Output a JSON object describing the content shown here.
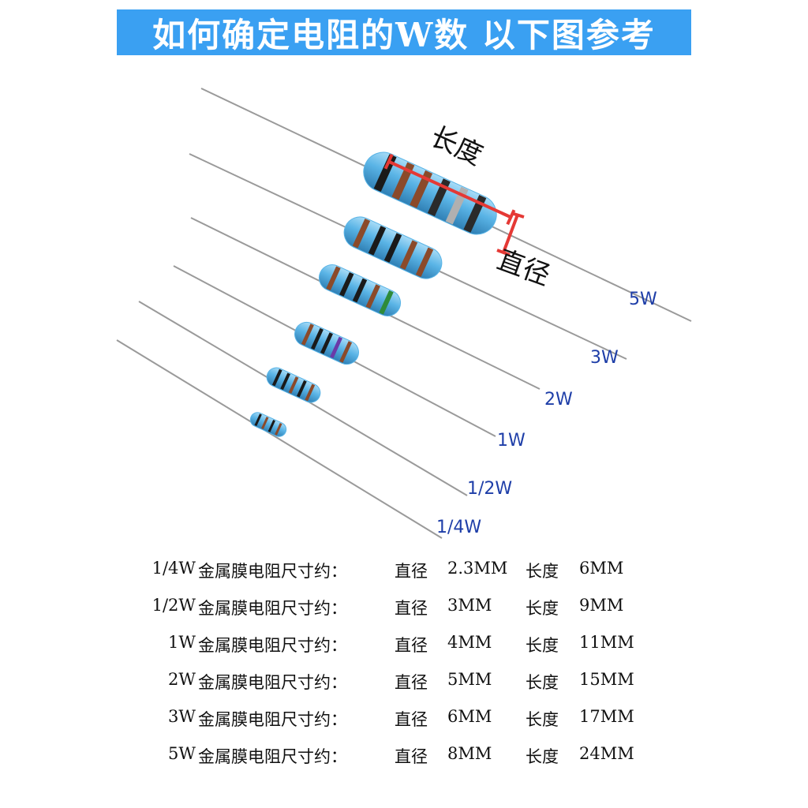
{
  "title": "如何确定电阻的W数 以下图参考",
  "figure": {
    "length_label": "长度",
    "diameter_label": "直径",
    "resistors": [
      {
        "watt": "5W",
        "bands": [
          "#1a1a1a",
          "#8b4a2a",
          "#8b4a2a",
          "#2a2a2a",
          "#b0b0b0",
          "#2a2a2a"
        ]
      },
      {
        "watt": "3W",
        "bands": [
          "#8b4a2a",
          "#1a1a1a",
          "#1a1a1a",
          "#8b4a2a",
          "#8b4a2a"
        ]
      },
      {
        "watt": "2W",
        "bands": [
          "#8b4a2a",
          "#1a1a1a",
          "#1a1a1a",
          "#8b4a2a",
          "#2e8b3a"
        ]
      },
      {
        "watt": "1W",
        "bands": [
          "#8b4a2a",
          "#1a1a1a",
          "#1a1a1a",
          "#6a3aa8",
          "#8b4a2a"
        ]
      },
      {
        "watt": "1/2W",
        "bands": [
          "#1a1a1a",
          "#1a1a1a",
          "#8b4a2a",
          "#1a1a1a",
          "#8b4a2a"
        ]
      },
      {
        "watt": "1/4W",
        "bands": [
          "#1a1a1a",
          "#8b4a2a",
          "#1a1a1a",
          "#8b4a2a"
        ]
      }
    ]
  },
  "specs": {
    "rows": [
      {
        "power": "1/4W",
        "material": "金属膜电阻尺寸约：",
        "diameter_label": "直径",
        "diameter": "2.3MM",
        "length_label": "长度",
        "length": "6MM"
      },
      {
        "power": "1/2W",
        "material": "金属膜电阻尺寸约：",
        "diameter_label": "直径",
        "diameter": "3MM",
        "length_label": "长度",
        "length": "9MM"
      },
      {
        "power": "1W",
        "material": "金属膜电阻尺寸约：",
        "diameter_label": "直径",
        "diameter": "4MM",
        "length_label": "长度",
        "length": "11MM"
      },
      {
        "power": "2W",
        "material": "金属膜电阻尺寸约：",
        "diameter_label": "直径",
        "diameter": "5MM",
        "length_label": "长度",
        "length": "15MM"
      },
      {
        "power": "3W",
        "material": "金属膜电阻尺寸约：",
        "diameter_label": "直径",
        "diameter": "6MM",
        "length_label": "长度",
        "length": "17MM"
      },
      {
        "power": "5W",
        "material": "金属膜电阻尺寸约：",
        "diameter_label": "直径",
        "diameter": "8MM",
        "length_label": "长度",
        "length": "24MM"
      }
    ]
  },
  "colors": {
    "title_bg": "#3aa0f2",
    "title_text": "#ffffff",
    "resistor_body": "#5ab4e6",
    "measure_marker": "#e53935",
    "watt_label": "#1e3ea8"
  }
}
